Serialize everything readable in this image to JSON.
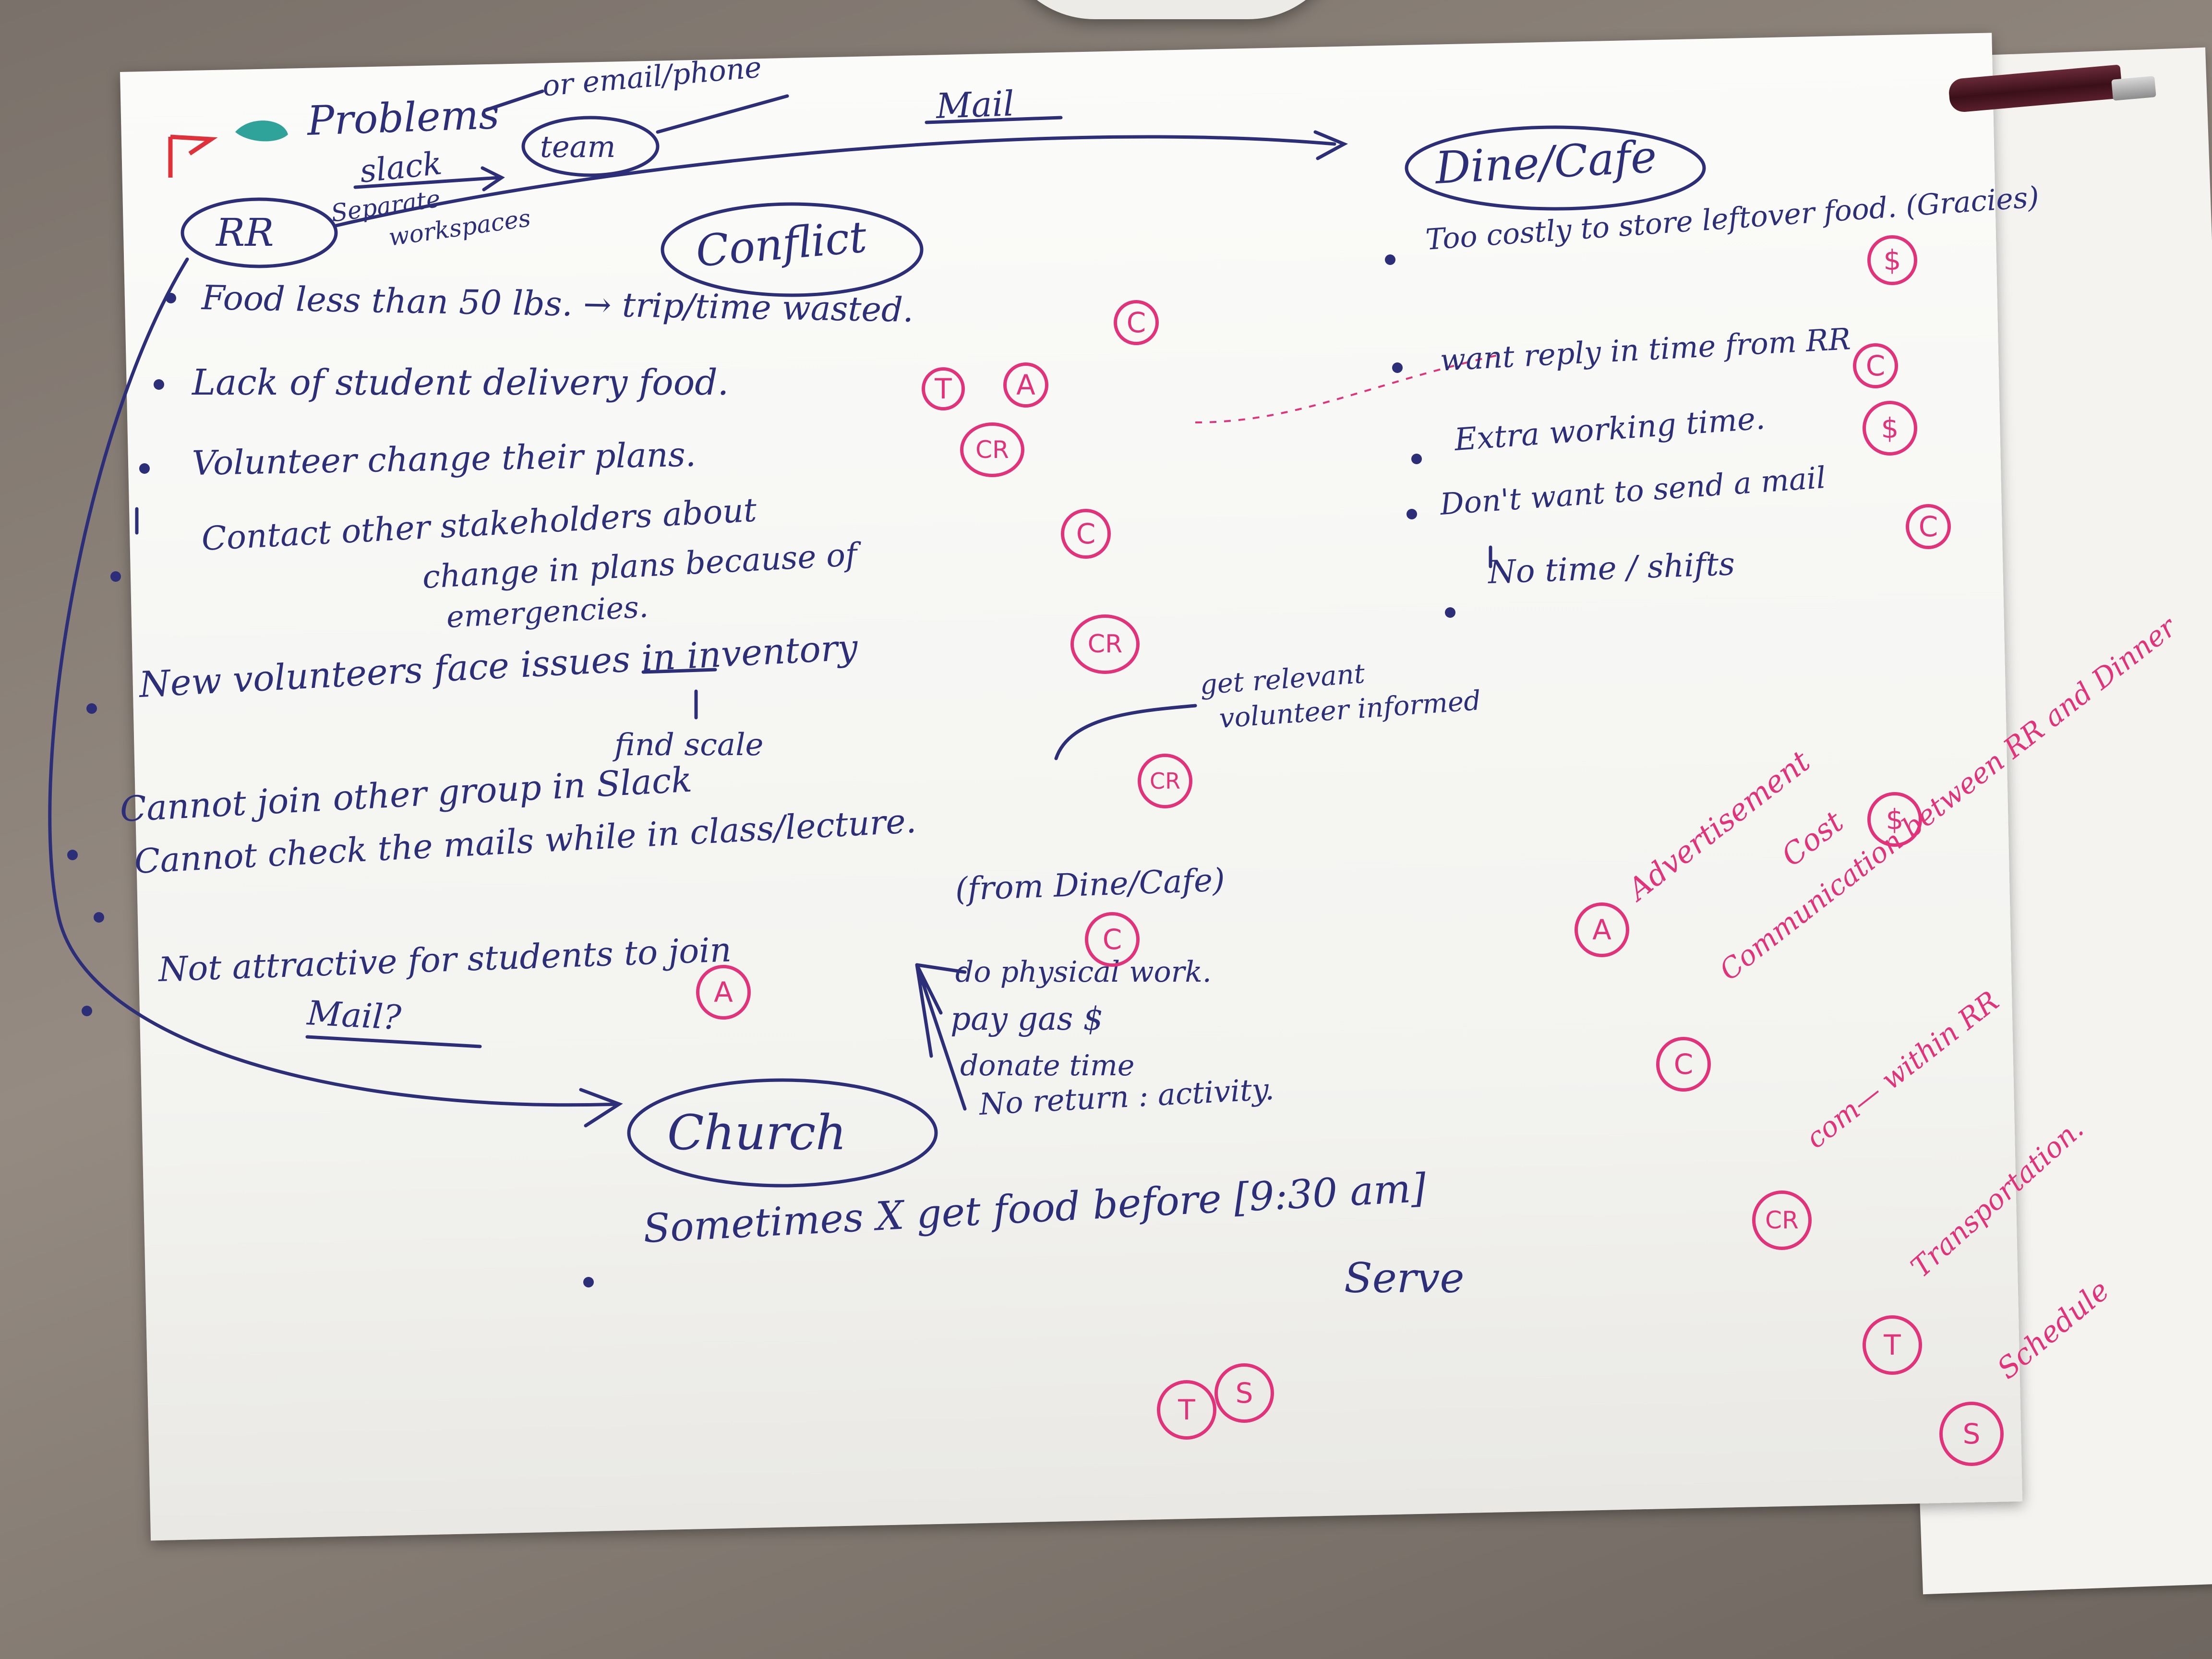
{
  "notes": {
    "header": {
      "problems": "Problems",
      "or_email": "or email/phone",
      "slack": "slack",
      "team": "team",
      "mail": "Mail",
      "rr": "RR",
      "separate": "Separate",
      "workspaces": "workspaces",
      "conflict": "Conflict",
      "dine_cafe": "Dine/Cafe"
    },
    "rr_items": [
      "Food less than 50 lbs. → trip/time wasted.",
      "Lack of student delivery food.",
      "Volunteer change their plans.",
      "Contact other stakeholders about",
      "change in plans because of",
      "emergencies.",
      "New volunteers face issues in inventory",
      "find scale",
      "Cannot join other group in Slack",
      "Cannot check the mails while in class/lecture.",
      "(from Dine/Cafe)",
      "Not attractive for students to join",
      "Mail?"
    ],
    "arrow_note": [
      "get relevant",
      "volunteer informed"
    ],
    "church_reasons": [
      "do physical work.",
      "pay gas $",
      "donate time",
      "No return : activity."
    ],
    "church": "Church",
    "bottom": "Sometimes X get food before [9:30 am]",
    "serve": "Serve",
    "dine_items": [
      "Too costly to store leftover food. (Gracies)",
      "want reply in time from RR",
      "Extra working time.",
      "Don't want to send a mail",
      "No time / shifts"
    ],
    "tags": {
      "c": "C",
      "t": "T",
      "a": "A",
      "cr": "CR",
      "s": "S",
      "dollar": "$"
    },
    "legend": [
      {
        "letter": "A",
        "text": "Advertisement"
      },
      {
        "letter": "$",
        "text": "Cost"
      },
      {
        "letter": "C",
        "text": "Communication between RR and Dinner"
      },
      {
        "letter": "CR",
        "text": "com— within RR"
      },
      {
        "letter": "T",
        "text": "Transportation."
      },
      {
        "letter": "S",
        "text": "Schedule"
      }
    ]
  },
  "colors": {
    "ink_blue": "#2c2e78",
    "ink_pink": "#e2327a",
    "teal_mark": "#2fa39a"
  }
}
